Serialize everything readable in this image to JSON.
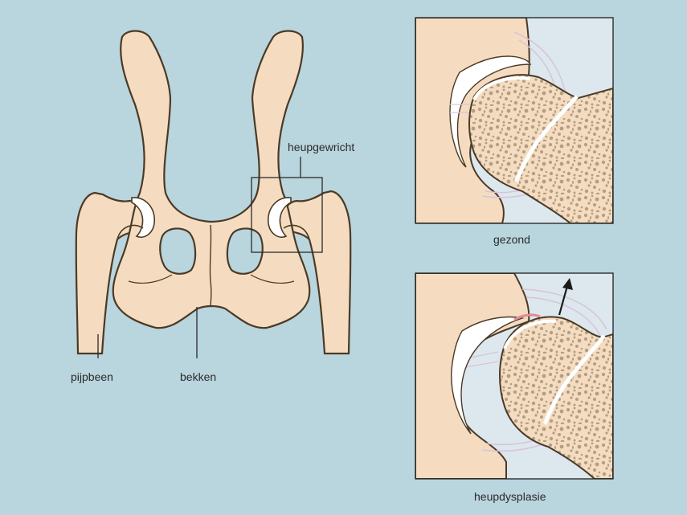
{
  "labels": {
    "hip_joint": "heupgewricht",
    "femur": "pijpbeen",
    "pelvis": "bekken",
    "healthy": "gezond",
    "dysplasia": "heupdysplasie"
  },
  "colors": {
    "background": "#b9d5de",
    "bone": "#f5dcc0",
    "outline": "#4a3a26",
    "spongy_dots": "#b39f83",
    "cartilage": "#ffffff",
    "inset_background": "#dde7ee",
    "ligament": "#d9c3d9",
    "inflammation": "#e58a95"
  },
  "icons": {
    "displacement_arrow": "arrow-up-right-icon"
  }
}
